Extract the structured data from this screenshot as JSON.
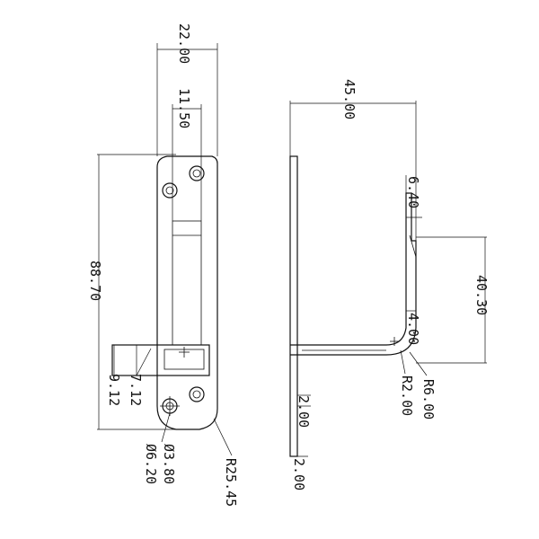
{
  "dimensions": {
    "width_22": "22.00",
    "slot_11_5": "11.50",
    "length_88_7": "88.70",
    "offset_7_12": "7.12",
    "offset_9_12": "9.12",
    "hole_3_8": "Ø3.80",
    "hole_6_2": "Ø6.20",
    "radius_25_45": "R25.45",
    "width_45": "45.00",
    "dim_6_4": "6.40",
    "height_40_3": "40.30",
    "dim_4": "4.00",
    "radius_6": "R6.00",
    "radius_2": "R2.00",
    "thickness_2a": "2.00",
    "thickness_2b": "2.00"
  }
}
